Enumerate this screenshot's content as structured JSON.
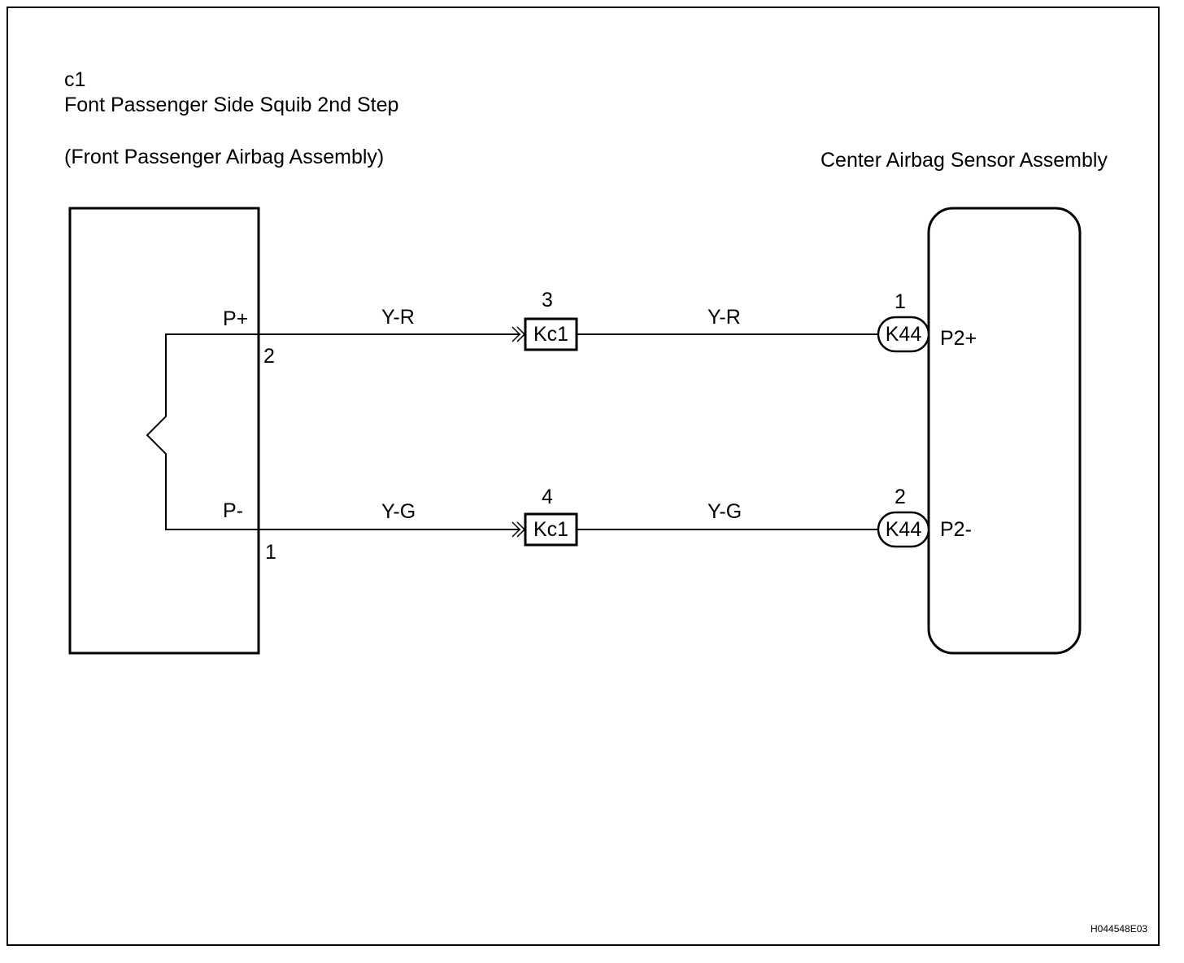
{
  "component_left": {
    "code": "c1",
    "name": "Font Passenger Side Squib 2nd Step",
    "assembly": "(Front Passenger Airbag Assembly)",
    "pins": [
      {
        "label": "P+",
        "number": "2"
      },
      {
        "label": "P-",
        "number": "1"
      }
    ]
  },
  "component_right": {
    "name": "Center Airbag Sensor Assembly",
    "pins": [
      {
        "label": "P2+",
        "number": "1",
        "connector": "K44"
      },
      {
        "label": "P2-",
        "number": "2",
        "connector": "K44"
      }
    ]
  },
  "wires": [
    {
      "color_left": "Y-R",
      "color_right": "Y-R",
      "junction": "Kc1",
      "junction_pin": "3"
    },
    {
      "color_left": "Y-G",
      "color_right": "Y-G",
      "junction": "Kc1",
      "junction_pin": "4"
    }
  ],
  "figure_id": "H044548E03"
}
